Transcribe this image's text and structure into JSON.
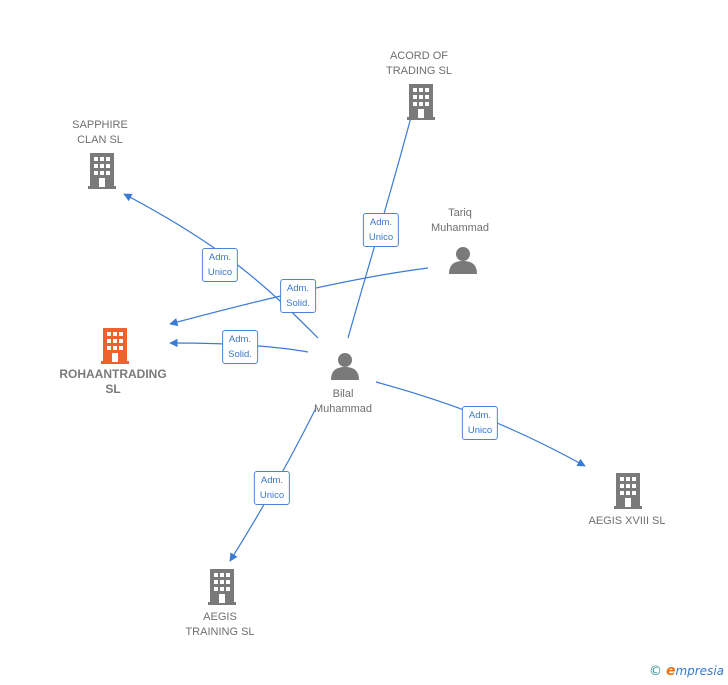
{
  "colors": {
    "edge": "#3a7bd5",
    "building": "#7a7a7a",
    "building_highlight": "#f0622d",
    "person": "#7a7a7a"
  },
  "nodes": {
    "rohaantrading": {
      "label": "ROHAANTRADING\nSL",
      "icon": "building-icon"
    },
    "sapphire": {
      "label": "SAPPHIRE\nCLAN  SL",
      "icon": "building-icon"
    },
    "acord": {
      "label": "ACORD OF\nTRADING  SL",
      "icon": "building-icon"
    },
    "aegis_xviii": {
      "label": "AEGIS XVIII  SL",
      "icon": "building-icon"
    },
    "aegis_training": {
      "label": "AEGIS\nTRAINING  SL",
      "icon": "building-icon"
    },
    "tariq": {
      "label": "Tariq\nMuhammad",
      "icon": "person-icon"
    },
    "bilal": {
      "label": "Bilal\nMuhammad",
      "icon": "person-icon"
    }
  },
  "roles": {
    "sapphire": "Adm.\nUnico",
    "acord": "Adm.\nUnico",
    "tariq_rohaan": "Adm.\nSolid.",
    "bilal_rohaan": "Adm.\nSolid.",
    "aegis_xviii": "Adm.\nUnico",
    "aegis_training": "Adm.\nUnico"
  },
  "footer": {
    "copyright_symbol": "©",
    "brand_initial": "e",
    "brand_rest": "mpresia"
  }
}
